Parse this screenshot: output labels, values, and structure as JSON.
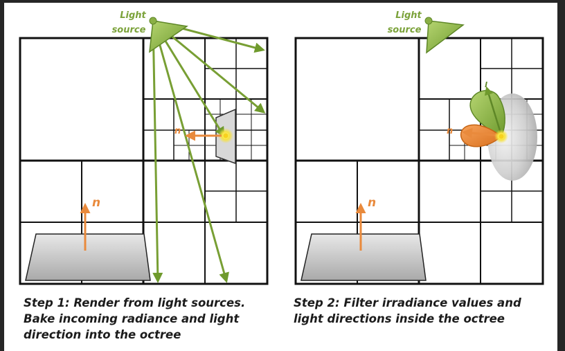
{
  "colors": {
    "green": "#7ba23a",
    "green_fill": "#9fc25a",
    "orange": "#e98a3c",
    "grid": "#111111",
    "yellow": "#f6e24a",
    "gray_surface": "#c8c8c8"
  },
  "panel1": {
    "light_label_line1": "Light",
    "light_label_line2": "source",
    "normal_label": "n",
    "normal_label_small": "n",
    "caption": {
      "line1": "Step 1: Render from light sources.",
      "line2": "Bake incoming radiance and light",
      "line3": "direction into the octree"
    }
  },
  "panel2": {
    "light_label_line1": "Light",
    "light_label_line2": "source",
    "normal_label": "n",
    "normal_label_small": "n",
    "lobe_label": "l",
    "caption": {
      "line1": "Step 2: Filter irradiance values and",
      "line2": "light directions inside the octree"
    }
  }
}
